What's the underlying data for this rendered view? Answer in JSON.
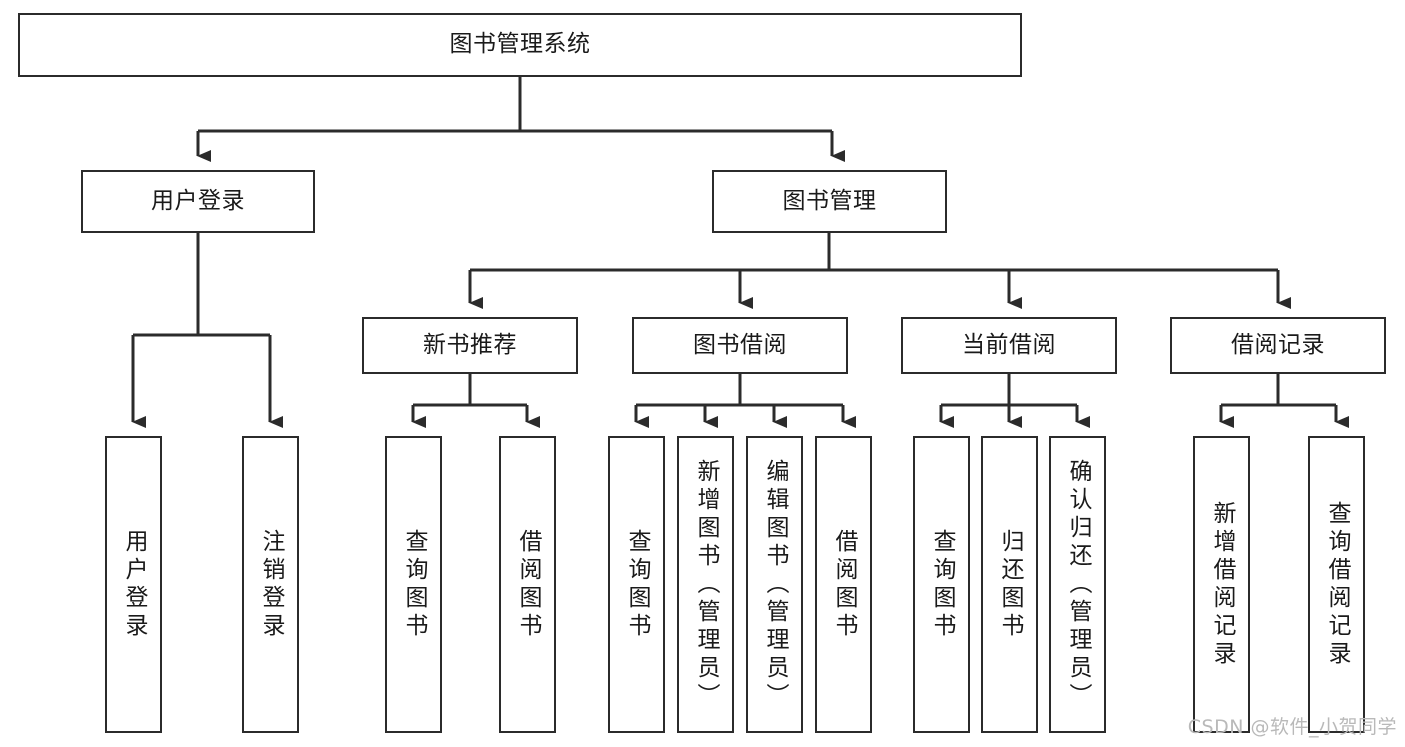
{
  "diagram": {
    "type": "tree-hierarchy-diagram",
    "title": "图书管理系统",
    "colors": {
      "node_border": "#2b2b2b",
      "node_fill": "#ffffff",
      "connector": "#2b2b2b",
      "text": "#1a1a1a",
      "watermark": "#b9b9b9",
      "background": "#ffffff"
    },
    "levels": {
      "level1": [
        "图书管理系统"
      ],
      "level2": [
        "用户登录",
        "图书管理"
      ],
      "level3": [
        "新书推荐",
        "图书借阅",
        "当前借阅",
        "借阅记录"
      ],
      "level4": [
        "用户登录",
        "注销登录",
        "查询图书",
        "借阅图书",
        "查询图书",
        "新增图书（管理员）",
        "编辑图书（管理员）",
        "借阅图书",
        "查询图书",
        "归还图书",
        "确认归还（管理员）",
        "新增借阅记录",
        "查询借阅记录"
      ]
    },
    "nodes": {
      "root": {
        "label": "图书管理系统"
      },
      "user_login": {
        "label": "用户登录"
      },
      "book_manage": {
        "label": "图书管理"
      },
      "new_book_rec": {
        "label": "新书推荐"
      },
      "book_borrow": {
        "label": "图书借阅"
      },
      "current_borrow": {
        "label": "当前借阅"
      },
      "borrow_record": {
        "label": "借阅记录"
      },
      "leaf_user_login": {
        "label": "用户登录"
      },
      "leaf_logout": {
        "label": "注销登录"
      },
      "leaf_query_book_a": {
        "label": "查询图书"
      },
      "leaf_borrow_book_a": {
        "label": "借阅图书"
      },
      "leaf_query_book_b": {
        "label": "查询图书"
      },
      "leaf_add_book": {
        "label": "新增图书（管理员）"
      },
      "leaf_edit_book": {
        "label": "编辑图书（管理员）"
      },
      "leaf_borrow_book_b": {
        "label": "借阅图书"
      },
      "leaf_query_book_c": {
        "label": "查询图书"
      },
      "leaf_return_book": {
        "label": "归还图书"
      },
      "leaf_confirm_return": {
        "label": "确认归还（管理员）"
      },
      "leaf_add_record": {
        "label": "新增借阅记录"
      },
      "leaf_query_record": {
        "label": "查询借阅记录"
      }
    },
    "edges": [
      {
        "from": "root",
        "to": "user_login"
      },
      {
        "from": "root",
        "to": "book_manage"
      },
      {
        "from": "user_login",
        "to": "leaf_user_login"
      },
      {
        "from": "user_login",
        "to": "leaf_logout"
      },
      {
        "from": "book_manage",
        "to": "new_book_rec"
      },
      {
        "from": "book_manage",
        "to": "book_borrow"
      },
      {
        "from": "book_manage",
        "to": "current_borrow"
      },
      {
        "from": "book_manage",
        "to": "borrow_record"
      },
      {
        "from": "new_book_rec",
        "to": "leaf_query_book_a"
      },
      {
        "from": "new_book_rec",
        "to": "leaf_borrow_book_a"
      },
      {
        "from": "book_borrow",
        "to": "leaf_query_book_b"
      },
      {
        "from": "book_borrow",
        "to": "leaf_add_book"
      },
      {
        "from": "book_borrow",
        "to": "leaf_edit_book"
      },
      {
        "from": "book_borrow",
        "to": "leaf_borrow_book_b"
      },
      {
        "from": "current_borrow",
        "to": "leaf_query_book_c"
      },
      {
        "from": "current_borrow",
        "to": "leaf_return_book"
      },
      {
        "from": "current_borrow",
        "to": "leaf_confirm_return"
      },
      {
        "from": "borrow_record",
        "to": "leaf_add_record"
      },
      {
        "from": "borrow_record",
        "to": "leaf_query_record"
      }
    ]
  },
  "watermark": {
    "text": "CSDN @软件_小贺同学"
  }
}
